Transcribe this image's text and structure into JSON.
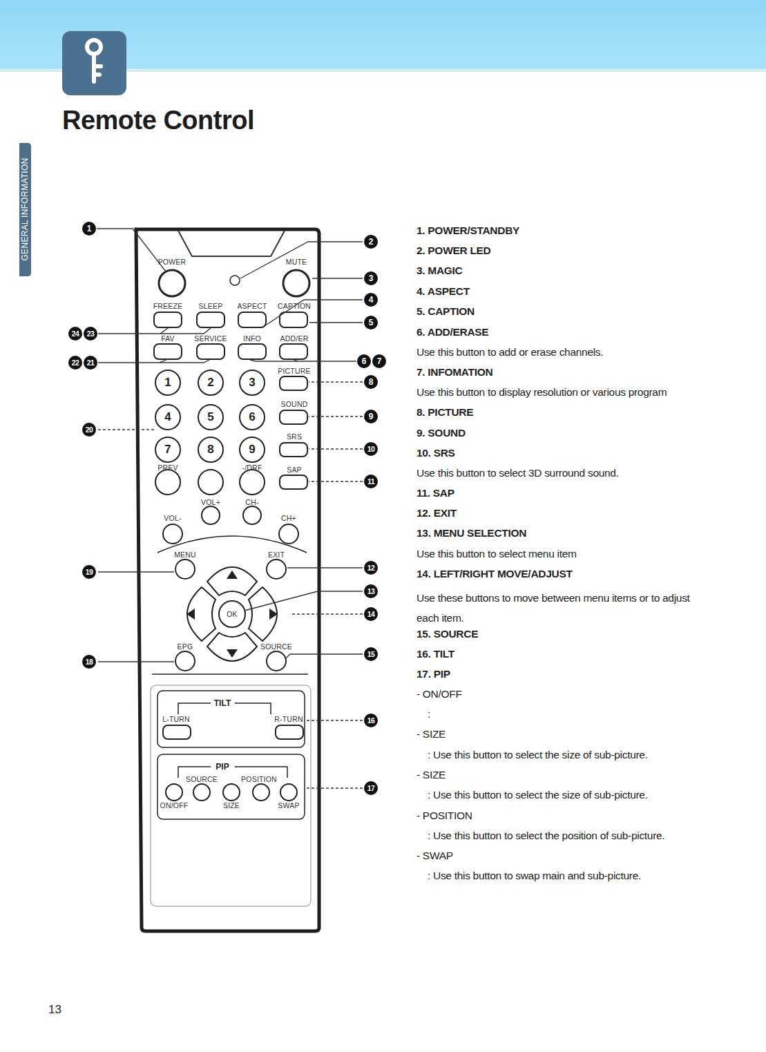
{
  "diagram": {
    "title": "Remote Control",
    "labels": [
      "GENERAL INFORMATION",
      "POWER",
      "MUTE",
      "FREEZE",
      "SLEEP",
      "ASPECT",
      "CAPTION",
      "FAV",
      "SERVICE",
      "INFO",
      "ADD/ER",
      "PICTURE",
      "1",
      "2",
      "3",
      "SOUND",
      "4",
      "5",
      "6",
      "SRS",
      "7",
      "8",
      "9",
      "PREV",
      "-/DRF",
      "SAP",
      "VOL+",
      "CH-",
      "VOL-",
      "CH+",
      "MENU",
      "EXIT",
      "OK",
      "EPG",
      "SOURCE",
      "TILT",
      "L-TURN",
      "R-TURN",
      "PIP",
      "SOURCE",
      "POSITION",
      "ON/OFF",
      "SIZE",
      "SWAP",
      "1",
      "2",
      "3",
      "4",
      "5",
      "6",
      "7",
      "8",
      "9",
      "10",
      "11",
      "12",
      "13",
      "14",
      "15",
      "16",
      "17",
      "18",
      "19",
      "20",
      "21",
      "22",
      "23",
      "24",
      "1. POWER/STANDBY",
      "2. POWER LED",
      "3. MAGIC",
      "4. ASPECT",
      "5. CAPTION",
      "6. ADD/ERASE",
      "Use this button to add or erase channels.",
      "7. INFOMATION",
      "Use this button to display resolution or various program",
      "8. PICTURE",
      "9. SOUND",
      "10. SRS",
      "Use this button to select 3D surround sound.",
      "11. SAP",
      "12. EXIT",
      "13. MENU SELECTION",
      "Use this button to select menu item",
      "14. LEFT/RIGHT MOVE/ADJUST",
      "Use these buttons to move between menu items or to adjust each item.",
      "15. SOURCE",
      "16. TILT",
      "17. PIP",
      "- ON/OFF",
      ":",
      "- SIZE",
      ": Use this button to select the size of sub-picture.",
      "- SIZE",
      ": Use this button to select the size of sub-picture.",
      "- POSITION",
      ": Use this button to select the position of sub-picture.",
      "- SWAP",
      ": Use this button to swap main and sub-picture.",
      "13"
    ]
  }
}
